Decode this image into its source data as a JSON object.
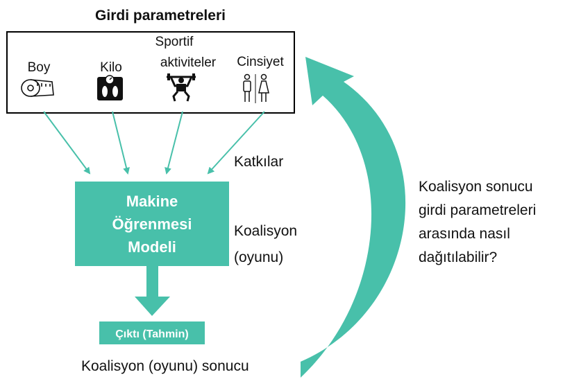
{
  "title": "Girdi parametreleri",
  "parameters": [
    {
      "label_lines": [
        "Boy"
      ],
      "icon": "tape-measure-icon"
    },
    {
      "label_lines": [
        "Kilo"
      ],
      "icon": "scale-icon"
    },
    {
      "label_lines": [
        "Sportif",
        "aktiviteler"
      ],
      "icon": "weightlifter-icon"
    },
    {
      "label_lines": [
        "Cinsiyet"
      ],
      "icon": "gender-icon"
    }
  ],
  "contributions_label": "Katkılar",
  "model_box": {
    "lines": [
      "Makine",
      "Öğrenmesi",
      "Modeli"
    ]
  },
  "coalition_label": {
    "lines": [
      "Koalisyon",
      "(oyunu)"
    ]
  },
  "output_box": {
    "label": "Çıktı (Tahmin)"
  },
  "result_label": "Koalisyon (oyunu) sonucu",
  "question": {
    "lines": [
      "Koalisyon sonucu",
      "girdi parametreleri",
      "arasında nasıl",
      "dağıtılabilir?"
    ]
  },
  "colors": {
    "accent": "#48c0aa",
    "border": "#000000",
    "text": "#111111"
  }
}
